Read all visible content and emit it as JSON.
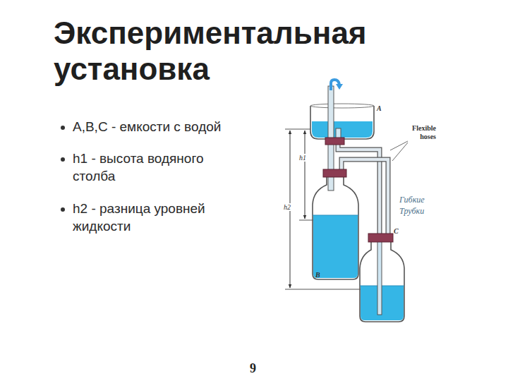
{
  "diagram": {
    "title": "Экспериментальная установка",
    "labels": [
      "A,B,C - емкости с водой",
      "h1 - высота водяного столба",
      "h2 - разница уровней жидкости",
      "A",
      "B",
      "C",
      "h1",
      "h2",
      "Flexible hoses",
      "Гибкие Трубки",
      "9"
    ]
  }
}
